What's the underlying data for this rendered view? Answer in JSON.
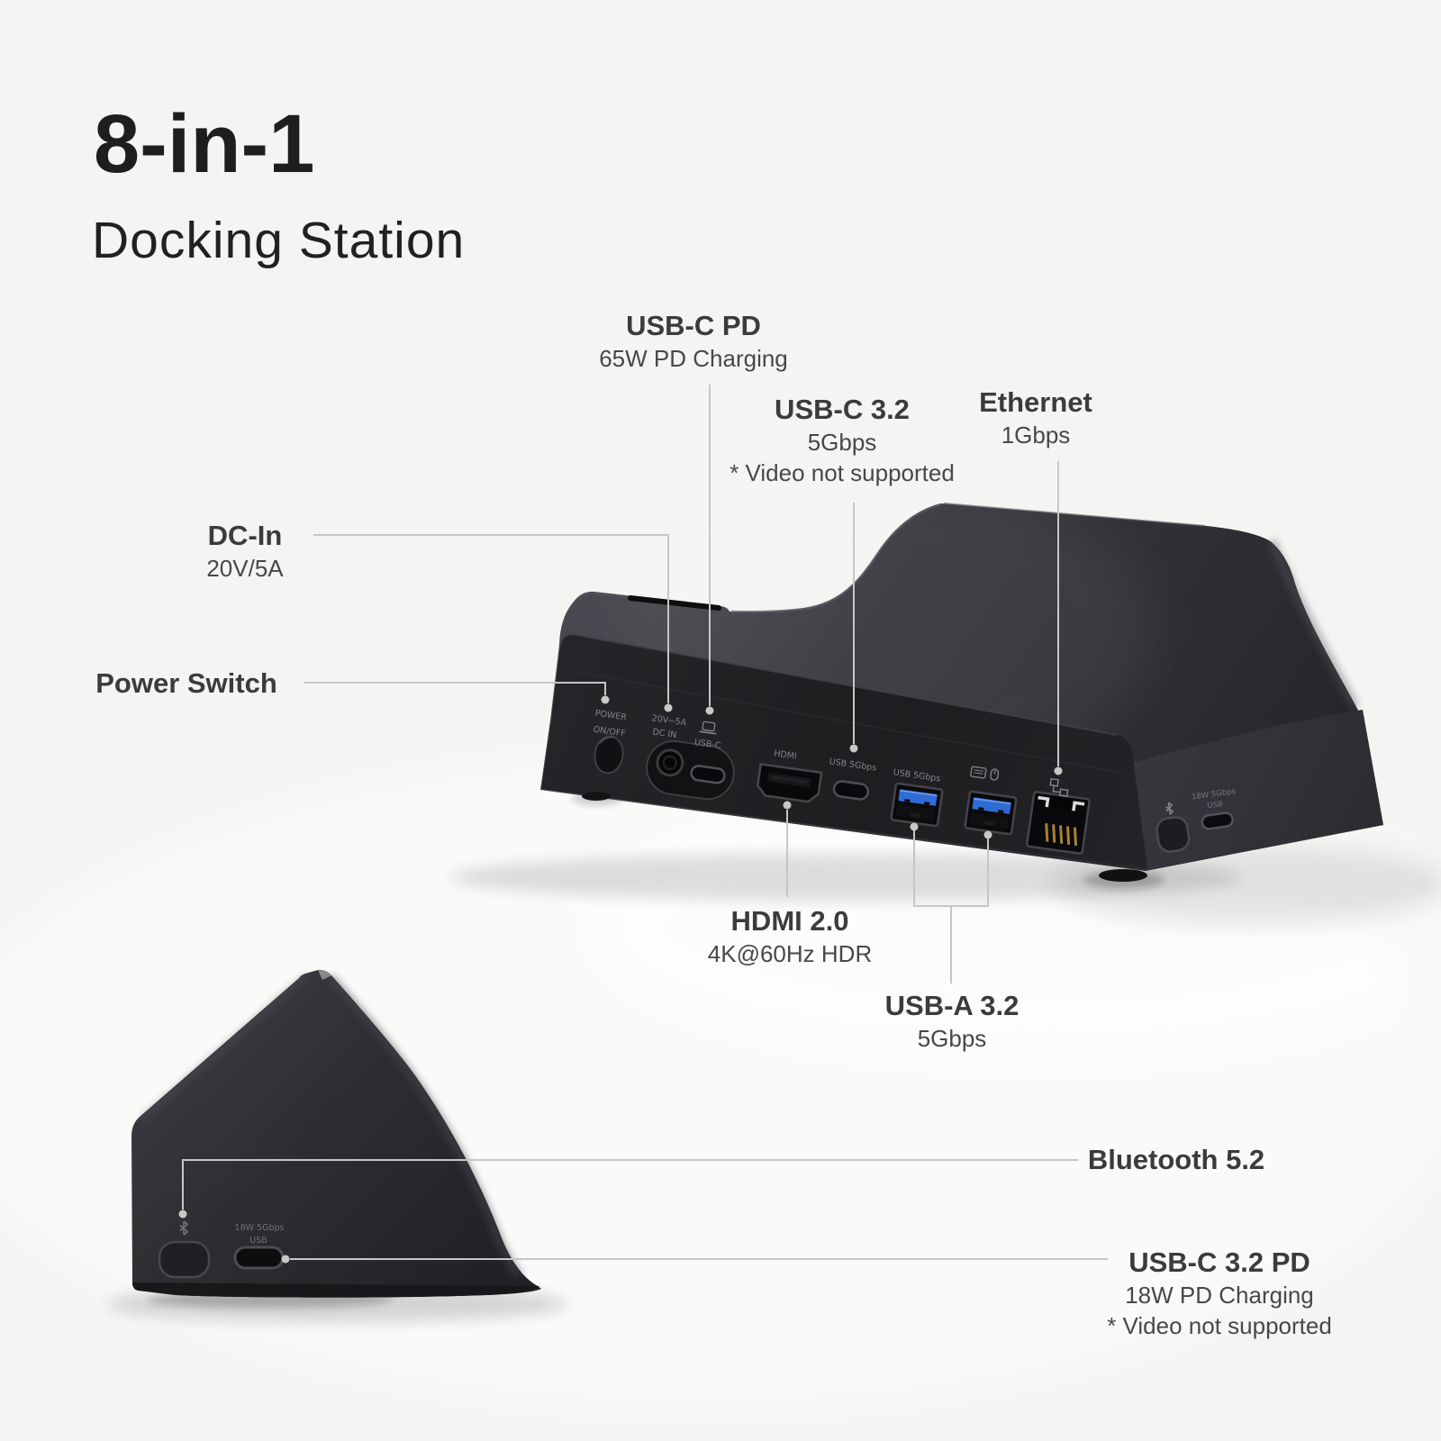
{
  "title": {
    "line1": "8-in-1",
    "line2": "Docking Station"
  },
  "callouts": {
    "usb_c_pd": {
      "title": "USB-C PD",
      "subtitle": "65W PD Charging"
    },
    "usb_c_32": {
      "title": "USB-C 3.2",
      "subtitle": "5Gbps",
      "note": "* Video not supported"
    },
    "ethernet": {
      "title": "Ethernet",
      "subtitle": "1Gbps"
    },
    "dc_in": {
      "title": "DC-In",
      "subtitle": "20V/5A"
    },
    "power_switch": {
      "title": "Power Switch"
    },
    "hdmi": {
      "title": "HDMI 2.0",
      "subtitle": "4K@60Hz HDR"
    },
    "usb_a": {
      "title": "USB-A 3.2",
      "subtitle": "5Gbps"
    },
    "bluetooth": {
      "title": "Bluetooth 5.2"
    },
    "usb_c_32_pd": {
      "title": "USB-C 3.2 PD",
      "subtitle": "18W PD Charging",
      "note": "* Video not supported"
    }
  },
  "device_labels": {
    "power_line1": "POWER",
    "power_line2": "ON/OFF",
    "dc_line1": "20V⎓5A",
    "dc_line2": "DC IN",
    "usbc_pd_port": "USB-C",
    "hdmi_port": "HDMI",
    "usbc_32_port": "USB 5Gbps",
    "usba_port": "USB 5Gbps",
    "main_side_line1": "18W 5Gbps",
    "main_side_line2": "USB",
    "side_line1": "18W 5Gbps",
    "side_line2": "USB"
  },
  "colors": {
    "background": "#f4f4f2",
    "heading_text": "#1e1e1e",
    "label_text": "#3b3b3b",
    "callout_line": "#c6c6c4",
    "device_body": "#2b2b2f",
    "usb_a_blue": "#2f6bd4",
    "rj45_gold": "#a9822e"
  }
}
